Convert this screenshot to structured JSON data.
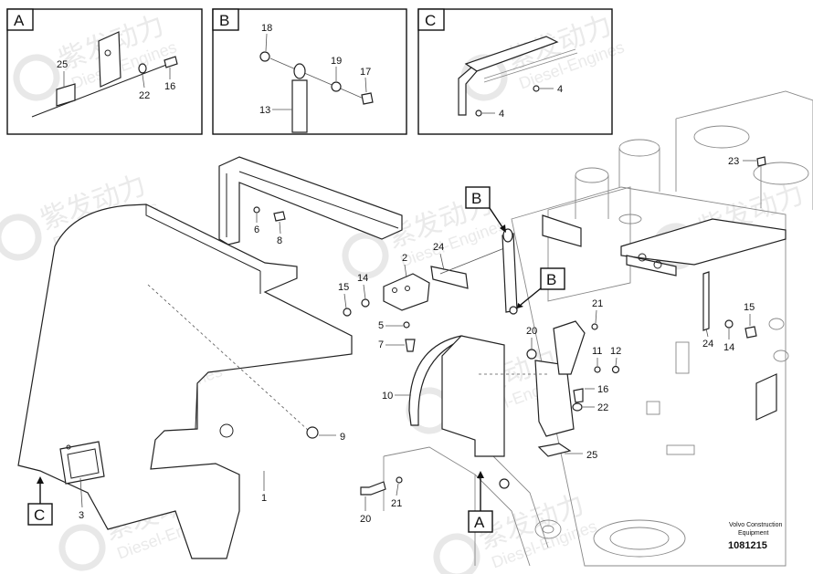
{
  "detail_boxes": [
    {
      "letter": "A"
    },
    {
      "letter": "B"
    },
    {
      "letter": "C"
    }
  ],
  "detail_A_callouts": [
    "25",
    "22",
    "16"
  ],
  "detail_B_callouts": [
    "18",
    "19",
    "17",
    "13"
  ],
  "detail_C_callouts": [
    "4",
    "4"
  ],
  "main_callouts": [
    "23",
    "6",
    "8",
    "2",
    "24",
    "15",
    "14",
    "5",
    "7",
    "21",
    "20",
    "11",
    "12",
    "16",
    "22",
    "25",
    "10",
    "9",
    "1",
    "3",
    "21",
    "20",
    "15",
    "14",
    "24"
  ],
  "reference_tags": [
    "B",
    "B",
    "C",
    "A"
  ],
  "footer": {
    "brand_line1": "Volvo Construction",
    "brand_line2": "Equipment",
    "drawing_number": "1081215"
  },
  "watermark": {
    "brand_cn": "紫发动力",
    "brand_en": "Diesel-Engines"
  }
}
